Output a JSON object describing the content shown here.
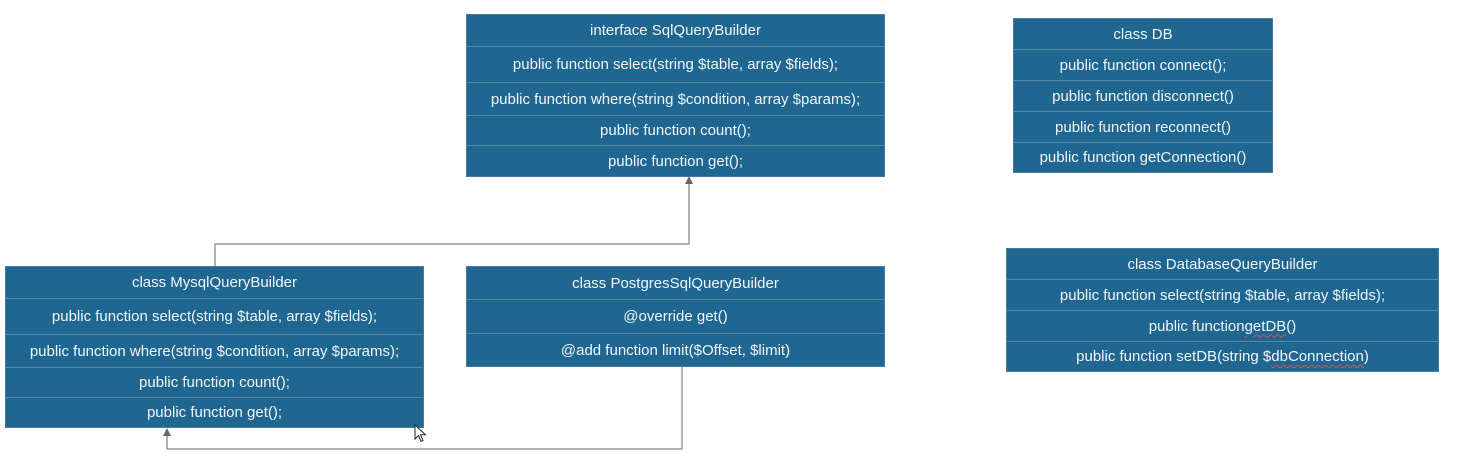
{
  "boxes": {
    "sql_query_builder": {
      "title": "interface SqlQueryBuilder",
      "methods": [
        "public function select(string $table, array $fields);",
        "public function where(string $condition, array $params);",
        "public function count();",
        "public function get();"
      ]
    },
    "db": {
      "title": "class DB",
      "methods": [
        "public function connect();",
        "public function disconnect()",
        "public function reconnect()",
        "public function getConnection()"
      ]
    },
    "mysql_query_builder": {
      "title": "class MysqlQueryBuilder",
      "methods": [
        "public function select(string $table, array $fields);",
        "public function where(string $condition, array $params);",
        "public function count();",
        "public function get();"
      ]
    },
    "postgres_query_builder": {
      "title": "class PostgresSqlQueryBuilder",
      "methods": [
        "@override get()",
        "@add function limit($Offset, $limit)"
      ]
    },
    "database_query_builder": {
      "title": "class DatabaseQueryBuilder",
      "methods": [
        "public function select(string $table, array $fields);",
        "public function getDB()",
        "public function setDB(string $dbConnection)"
      ]
    }
  },
  "colors": {
    "box_fill": "#1f6691",
    "box_text": "#f2f6fa",
    "row_divider": "#5a86a2",
    "connector": "#666666",
    "spellcheck_underline": "#d9534f"
  },
  "icons": {
    "cursor": "mouse-pointer-icon",
    "arrowhead": "arrowhead-icon"
  }
}
